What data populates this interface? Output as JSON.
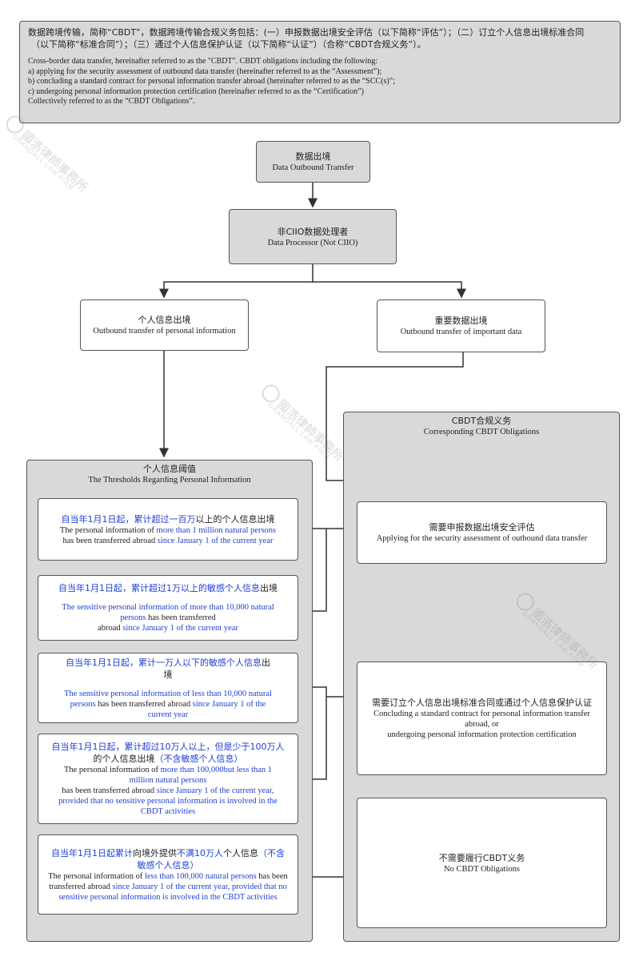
{
  "intro": {
    "cn_line1": "数据跨境传输，简称“CBDT”，数据跨境传输合规义务包括：(一）申报数据出境安全评估（以下简称“评估”）；（二）订立个人信息出境标准合同",
    "cn_line2": "（以下简称“标准合同”）；（三）通过个人信息保护认证（以下简称“认证”）（合称“CBDT合规义务”）。",
    "en_lines": [
      "Cross-border data transfer, hereinafter referred to as the \"CBDT\". CBDT obligations including the following:",
      "a) applying for the security assessment of outbound data transfer (hereinafter referred to as the “Assessment”);",
      "b) concluding a standard contract for personal information transfer abroad (hereinafter referred to as the “SCC(s)”;",
      "c) undergoing personal information protection certification (hereinafter referred to as the “Certification”)",
      "Collectively referred to as the “CBDT Obligations”."
    ]
  },
  "nodes": {
    "outbound": {
      "cn": "数据出境",
      "en": "Data Outbound Transfer"
    },
    "processor": {
      "cn": "非CIIO数据处理者",
      "en": "Data Processor (Not CIIO)"
    },
    "personal": {
      "cn": "个人信息出境",
      "en": "Outbound transfer of personal information"
    },
    "important": {
      "cn": "重要数据出境",
      "en": "Outbound transfer of important data"
    }
  },
  "thresholds": {
    "title_cn": "个人信息阈值",
    "title_en": "The Thresholds Regarding Personal Information",
    "items": [
      {
        "cn_a": "自当年1月1日起，累计超过一百万",
        "cn_b": "以上的个人信息出境",
        "en_1": "The personal information of ",
        "en_1b": "more than 1 million  natural persons",
        "en_2": "has been transferred abroad ",
        "en_2b": " since  January 1 of the current year"
      },
      {
        "cn_a": "自当年1月1日起，累计超过1万以上的敏感个人信息",
        "cn_b": "出境",
        "en_a": "The sensitive personal information of more than 10,000 natural persons",
        "en_b": " has been transferred",
        "en_c": "abroad ",
        "en_d": "since January 1 of the current year"
      },
      {
        "cn_a": "自当年1月1日起，累计一万人以下的敏感个人信息",
        "cn_b": "出境",
        "en_a": "The sensitive personal information of less than 10,000 natural persons",
        "en_b": " has been transferred abroad ",
        "en_c": "since January 1 of the current year"
      },
      {
        "cn_a": "自当年1月1日起，累计超过10万人以上，但是少于100万人",
        "cn_b": "的个人信息出境",
        "cn_c": "（不含敏感个人信息）",
        "en_1": "The personal information of ",
        "en_1b": "more than 100,000but  less than 1 million  natural persons",
        "en_2": "has been transferred abroad ",
        "en_2b": "since January 1 of the current year, provided that no sensitive personal information is involved in the CBDT activities"
      },
      {
        "cn_a": "自当年1月1日起累计",
        "cn_b": "向境外提供",
        "cn_c": "不满10万人",
        "cn_d": "个人信息",
        "cn_e": "（不含敏感个人信息）",
        "en_1": "The personal information of ",
        "en_1b": "less than 100,000 natural persons",
        "en_1c": " has been transferred abroad ",
        "en_2b": "since January 1 of the current year, provided that no sensitive personal information is involved in the CBDT activities"
      }
    ]
  },
  "obligations": {
    "title_cn": "CBDT合规义务",
    "title_en": "Corresponding CBDT Obligations",
    "items": [
      {
        "cn": "需要申报数据出境安全评估",
        "en": "Applying for the security assessment of outbound data transfer"
      },
      {
        "cn": "需要订立个人信息出境标准合同或通过个人信息保护认证",
        "en_1": "Concluding a standard contract for personal information transfer abroad, or",
        "en_2": "undergoing personal information protection certification"
      },
      {
        "cn": "不需要履行CBDT义务",
        "en": "No CBDT Obligations"
      }
    ]
  },
  "watermark": {
    "cn": "國浩律師事務所",
    "en": "GRANDALL LAW FIRM"
  },
  "colors": {
    "accent_blue": "#1f3fd6",
    "box_grey": "#d9d9d9",
    "border": "#555555"
  }
}
